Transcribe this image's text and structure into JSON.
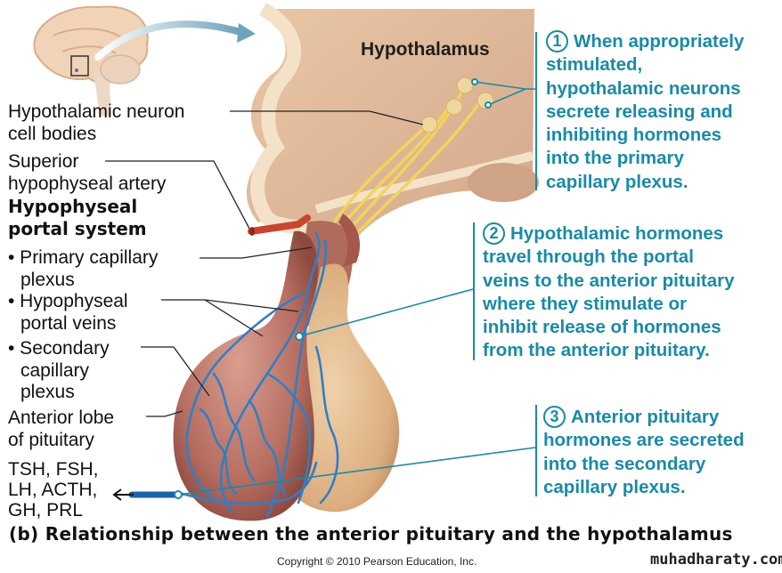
{
  "figure": {
    "caption": "(b) Relationship between the anterior pituitary and the hypothalamus",
    "copyright": "Copyright © 2010 Pearson Education, Inc.",
    "watermark": "muhadharaty.com",
    "region_label": "Hypothalamus"
  },
  "labels": {
    "neuron_cell_bodies": [
      "Hypothalamic neuron",
      "cell bodies"
    ],
    "superior_artery": [
      "Superior",
      "hypophyseal artery"
    ],
    "portal_system_heading": [
      "Hypophyseal",
      "portal system"
    ],
    "primary_plexus": [
      "• Primary capillary",
      "plexus"
    ],
    "portal_veins": [
      "• Hypophyseal",
      "portal veins"
    ],
    "secondary_plexus": [
      "• Secondary",
      "capillary",
      "plexus"
    ],
    "anterior_lobe": [
      "Anterior lobe",
      "of pituitary"
    ],
    "hormones": [
      "TSH, FSH,",
      "LH, ACTH,",
      "GH, PRL"
    ]
  },
  "callouts": [
    {
      "number": "1",
      "lines": [
        "When appropriately",
        "stimulated,",
        "hypothalamic neurons",
        "secrete releasing and",
        "inhibiting hormones",
        "into the primary",
        "capillary plexus."
      ]
    },
    {
      "number": "2",
      "lines": [
        "Hypothalamic hormones",
        "travel through the portal",
        "veins to the anterior pituitary",
        "where they stimulate or",
        "inhibit release of hormones",
        "from the anterior pituitary."
      ]
    },
    {
      "number": "3",
      "lines": [
        "Anterior pituitary",
        "hormones are secreted",
        "into the secondary",
        "capillary plexus."
      ]
    }
  ],
  "colors": {
    "callout_text": "#1a8aa6",
    "label_text": "#111111",
    "vessel_blue": "#2f7fc4",
    "artery_red": "#c8452e",
    "anterior_lobe": "#b46a5e",
    "posterior_lobe": "#e1b88c",
    "hypothalamus_tissue": "#dfb898",
    "nerve_yellow": "#f2d45a"
  }
}
